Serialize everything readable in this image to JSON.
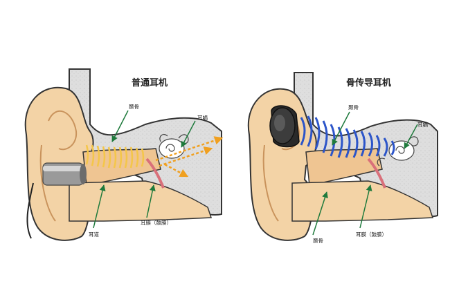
{
  "left": {
    "title": "普通耳机",
    "labels": {
      "bone": "颞骨",
      "cochlea": "耳蜗",
      "ear_canal": "耳道",
      "eardrum": "耳膜（鼓膜）"
    }
  },
  "right": {
    "title": "骨传导耳机",
    "labels": {
      "bone_top": "颞骨",
      "cochlea": "耳蜗",
      "bone_bottom": "颞骨",
      "eardrum": "耳膜（鼓膜）"
    }
  },
  "colors": {
    "skin": "#f3d3a6",
    "skin_dark": "#e2b47c",
    "bone": "#dcdcdc",
    "sound_wave": "#f4c64a",
    "bone_wave": "#2c55c9",
    "arrow": "#1e7a3c",
    "eardrum": "#d9707a"
  }
}
